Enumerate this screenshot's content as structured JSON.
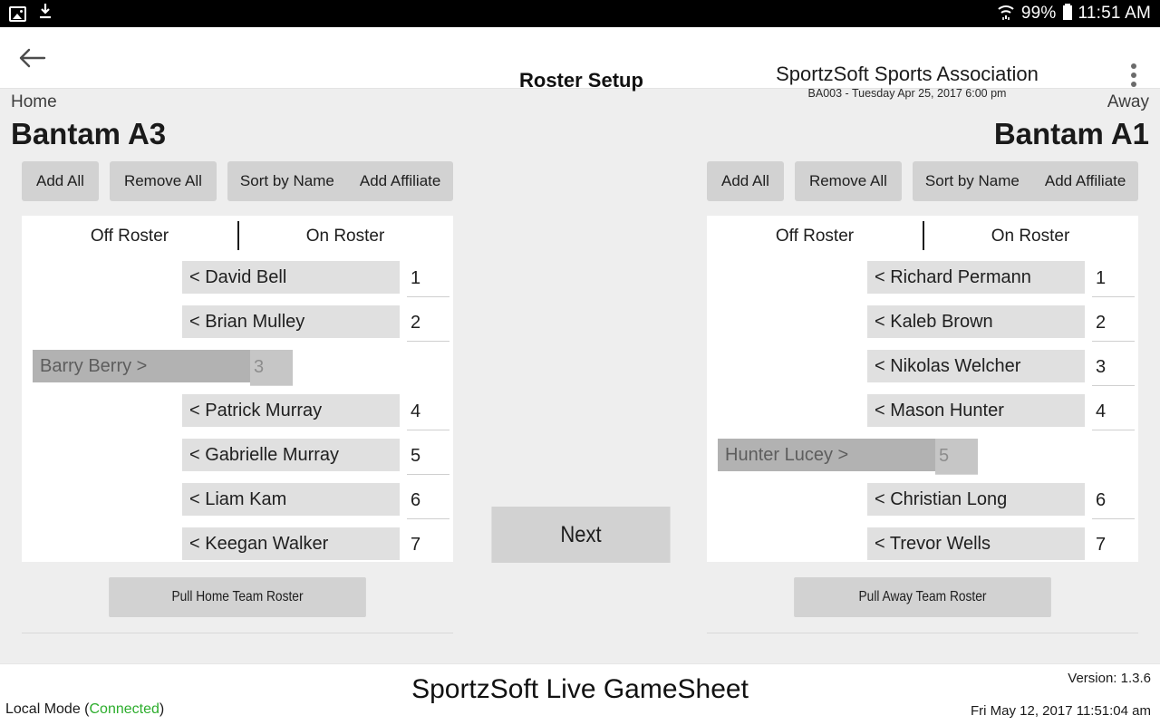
{
  "statusbar": {
    "gallery_icon": "gallery-icon",
    "download_icon": "download-icon",
    "wifi_icon": "wifi-icon",
    "battery_percent": "99%",
    "battery_icon": "battery-icon",
    "time": "11:51 AM"
  },
  "appbar": {
    "back_icon": "back-arrow-icon",
    "title": "Roster Setup",
    "association": "SportzSoft Sports Association",
    "game_info": "BA003 - Tuesday Apr 25, 2017 6:00 pm",
    "overflow_icon": "more-vertical-icon"
  },
  "home": {
    "side_label": "Home",
    "team_name": "Bantam A3",
    "buttons": {
      "add_all": "Add All",
      "remove_all": "Remove All",
      "sort_by_name": "Sort by Name",
      "add_affiliate": "Add Affiliate",
      "pull_roster": "Pull Home Team Roster"
    },
    "columns": {
      "off": "Off Roster",
      "on": "On Roster"
    },
    "players": [
      {
        "name": "David Bell",
        "number": "1",
        "status": "on",
        "label": "< David Bell"
      },
      {
        "name": "Brian Mulley",
        "number": "2",
        "status": "on",
        "label": "< Brian Mulley"
      },
      {
        "name": "Barry Berry",
        "number": "3",
        "status": "off",
        "label": "Barry Berry >"
      },
      {
        "name": "Patrick Murray",
        "number": "4",
        "status": "on",
        "label": "< Patrick Murray"
      },
      {
        "name": "Gabrielle Murray",
        "number": "5",
        "status": "on",
        "label": "< Gabrielle Murray"
      },
      {
        "name": "Liam  Kam",
        "number": "6",
        "status": "on",
        "label": "< Liam  Kam"
      },
      {
        "name": "Keegan Walker",
        "number": "7",
        "status": "on",
        "label": "< Keegan Walker"
      }
    ]
  },
  "away": {
    "side_label": "Away",
    "team_name": "Bantam A1",
    "buttons": {
      "add_all": "Add All",
      "remove_all": "Remove All",
      "sort_by_name": "Sort by Name",
      "add_affiliate": "Add Affiliate",
      "pull_roster": "Pull Away Team Roster"
    },
    "columns": {
      "off": "Off Roster",
      "on": "On Roster"
    },
    "players": [
      {
        "name": "Richard Permann",
        "number": "1",
        "status": "on",
        "label": "< Richard Permann"
      },
      {
        "name": "Kaleb Brown",
        "number": "2",
        "status": "on",
        "label": "< Kaleb Brown"
      },
      {
        "name": "Nikolas Welcher",
        "number": "3",
        "status": "on",
        "label": "< Nikolas Welcher"
      },
      {
        "name": "Mason Hunter",
        "number": "4",
        "status": "on",
        "label": "< Mason Hunter"
      },
      {
        "name": "Hunter Lucey",
        "number": "5",
        "status": "off",
        "label": "Hunter Lucey >"
      },
      {
        "name": "Christian Long",
        "number": "6",
        "status": "on",
        "label": "< Christian Long"
      },
      {
        "name": "Trevor Wells",
        "number": "7",
        "status": "on",
        "label": "< Trevor Wells"
      }
    ]
  },
  "center": {
    "next_label": "Next"
  },
  "footer": {
    "mode_prefix": "Local Mode (",
    "mode_status": "Connected",
    "mode_suffix": ")",
    "app_name": "SportzSoft Live GameSheet",
    "version": "Version: 1.3.6",
    "datetime": "Fri May 12, 2017 11:51:04 am"
  },
  "colors": {
    "accent_green": "#2cad2c",
    "button_gray": "#d2d2d2",
    "on_pill": "#e0e0e0",
    "off_pill": "#b2b2b2",
    "background": "#eeeeee"
  }
}
